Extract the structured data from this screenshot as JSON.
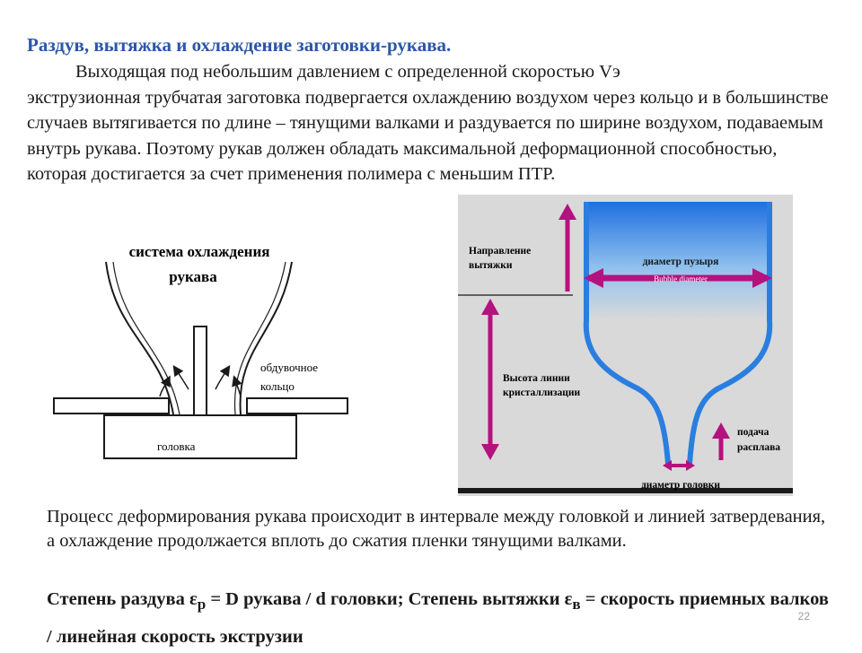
{
  "title": "Раздув, вытяжка и охлаждение заготовки-рукава.",
  "intro": {
    "first_line": "Выходящая под небольшим давлением с определенной скоростью Vэ",
    "continuation": "экструзионная трубчатая заготовка подвергается охлаждению воздухом через кольцо и в большинстве случаев вытягивается по длине – тянущими валками и раздувается по ширине воздухом, подаваемым внутрь рукава. Поэтому рукав должен обладать максимальной деформационной способностью, которая достигается за счет применения полимера с меньшим ПТР."
  },
  "left_figure": {
    "label_system_line1": "система охлаждения",
    "label_system_line2": "рукава",
    "label_ring_line1": "обдувочное",
    "label_ring_line2": "кольцо",
    "label_head": "головка"
  },
  "right_figure": {
    "label_direction_line1": "Направление",
    "label_direction_line2": "вытяжки",
    "label_bubble_ru": "диаметр пузыря",
    "label_bubble_en": "Bubble diameter",
    "label_height_line1": "Высота линии",
    "label_height_line2": "кристаллизации",
    "label_feed_line1": "подача",
    "label_feed_line2": "расплава",
    "label_die": "диаметр головки",
    "colors": {
      "blue": "#2a7ee0",
      "magenta": "#b4127e",
      "gray": "#d9d9d9"
    }
  },
  "bottom_text": "Процесс деформирования рукава происходит в интервале между головкой и линией затвердевания, а охлаждение продолжается вплоть до сжатия пленки тянущими валками.",
  "formula": {
    "part1": "Степень раздува ε",
    "sub1": "р",
    "part2": " = D рукава / d головки;   Степень вытяжки ε",
    "sub2": "в",
    "part3": " = скорость приемных валков / линейная скорость экструзии"
  },
  "page_number": "22"
}
